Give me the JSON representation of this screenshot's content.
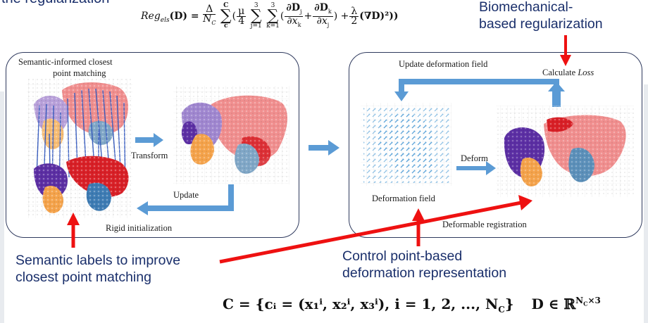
{
  "header_fragment": "the regularization",
  "reg_formula": {
    "lhs": "Reg",
    "lhs_sub": "els",
    "lhs_arg": "(D) =",
    "delta_num": "Δ",
    "delta_den": "N",
    "delta_den_sub": "C",
    "sum1_top": "C",
    "sum1_bot": "c",
    "mu_num": "μ",
    "mu_den": "4",
    "sum2_top": "3",
    "sum2_bot": "j=1",
    "sum3_top": "3",
    "sum3_bot": "k=1",
    "d1_num": "∂D",
    "d1_num_sub": "j",
    "d1_den": "∂x",
    "d1_den_sub": "k",
    "plus1": "+",
    "d2_num": "∂D",
    "d2_num_sub": "k",
    "d2_den": "∂x",
    "d2_den_sub": "j",
    "close1": ") +",
    "lam_num": "λ",
    "lam_den": "2",
    "tail": "(∇D)²))"
  },
  "bio_label_line1": "Biomechanical-",
  "bio_label_line2": "based regularization",
  "left_panel": {
    "title_line1": "Semantic-informed closest",
    "title_line2": "point matching",
    "transform_label": "Transform",
    "update_label": "Update",
    "rigid_label": "Rigid initialization"
  },
  "right_panel": {
    "update_field_label": "Update deformation field",
    "calc_loss_prefix": "Calculate ",
    "calc_loss_italic": "Loss",
    "deform_label": "Deform",
    "deformation_field_label": "Deformation field",
    "deformable_registration_label": "Deformable registration"
  },
  "semantic_label_line1": "Semantic labels to improve",
  "semantic_label_line2": "closest point matching",
  "control_label_line1": "Control point-based",
  "control_label_line2": "deformation representation",
  "bottom_formula": {
    "set_text": "C = {cᵢ = (x₁ⁱ, x₂ⁱ, x₃ⁱ), i = 1, 2, ..., N",
    "set_sub": "C",
    "set_close": "}",
    "d_text": "D ∈ ℝ",
    "d_sup": "N",
    "d_sup_sub": "C",
    "d_sup_tail": "×3"
  },
  "colors": {
    "blue_arrow": "#5b9bd5",
    "red_arrow": "#ee1111",
    "panel_border": "#2f3a5e",
    "label_text": "#1a2f6b",
    "liver_pink": "#f08e8e",
    "liver_red": "#d81f26",
    "lobe_purple": "#8e70c4",
    "lobe_violet": "#5b2ea3",
    "lobe_orange": "#f4a24a",
    "lobe_blue": "#5b8fb9",
    "field_blue": "#5aa3d8"
  }
}
